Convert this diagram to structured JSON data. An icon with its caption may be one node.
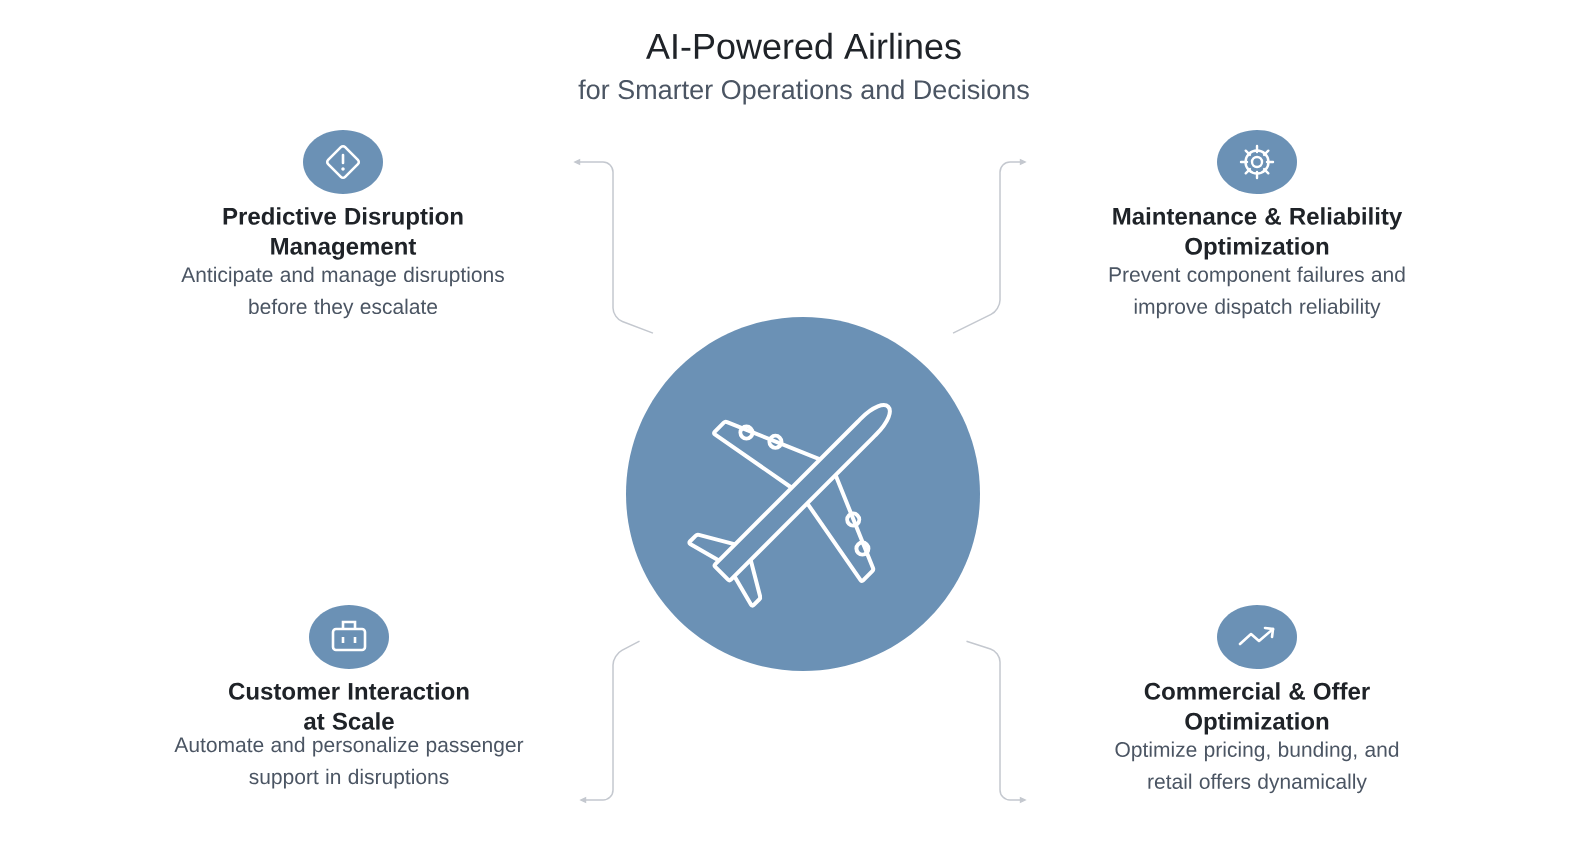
{
  "diagram": {
    "title": "AI-Powered Airlines",
    "nodes": [
      {
        "text": [],
        "shape": "circle"
      },
      {
        "text": [
          "Predictive Disruption Management",
          "Anticipate and manage disruptions before they escalate"
        ]
      },
      {
        "text": [
          "Maintenance & Reliability Optimization",
          "Prevent component failures and improve dispatch reliability"
        ]
      },
      {
        "text": [
          "Customer Interaction at Scale",
          "Automate and personalize passenger support in disruptions"
        ]
      },
      {
        "text": [
          "Commercial & Offer Optimization",
          "Optimize pricing, bunding, and retail offers dynamically"
        ]
      }
    ],
    "edges": [
      {
        "from": 0,
        "to": 1,
        "arrow": "to"
      },
      {
        "from": 0,
        "to": 2,
        "arrow": "to"
      },
      {
        "from": 0,
        "to": 3,
        "arrow": "to"
      },
      {
        "from": 0,
        "to": 4,
        "arrow": "to"
      }
    ],
    "labels": [
      "for Smarter Operations and Decisions"
    ]
  }
}
